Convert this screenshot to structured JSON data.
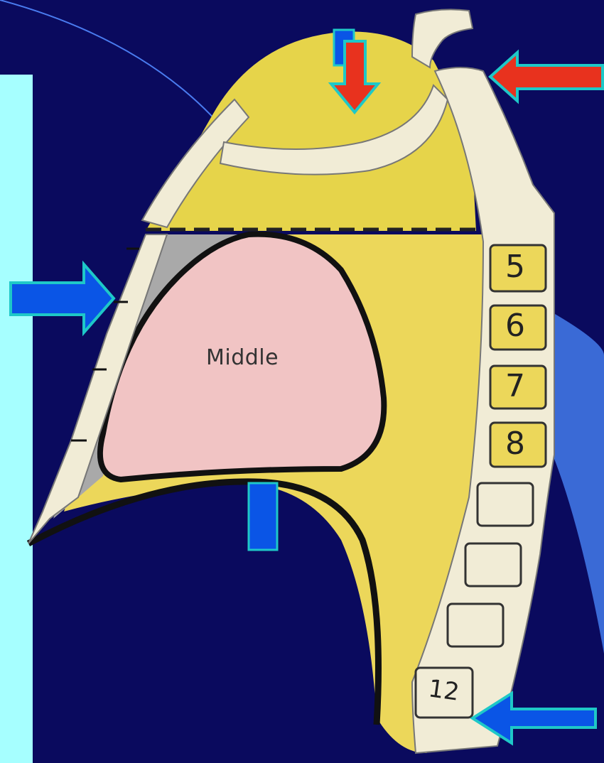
{
  "slide": {
    "background_color": "#0a0a5e",
    "left_panel_color": "#a6ffff",
    "accent_color": "#3a6ad6"
  },
  "diagram": {
    "region_label": "Middle",
    "vertebra_labels": [
      "5",
      "6",
      "7",
      "8"
    ],
    "lower_vertebra_label": "12",
    "colors": {
      "mediastinum": "#e8d45a",
      "superior": "#e6d44a",
      "middle": "#f1c4c4",
      "anterior": "#a9a9a9",
      "bone": "#f1ecd6",
      "outline": "#111111"
    }
  },
  "arrows": {
    "red_color": "#e8321e",
    "blue_color": "#0a55e6",
    "border_color": "#1ec8c8",
    "items": [
      {
        "name": "top-red-arrow",
        "direction": "down",
        "color": "red"
      },
      {
        "name": "upper-right-red-arrow",
        "direction": "left",
        "color": "red"
      },
      {
        "name": "left-blue-arrow",
        "direction": "right",
        "color": "blue"
      },
      {
        "name": "bottom-blue-arrow",
        "direction": "left",
        "color": "blue"
      },
      {
        "name": "center-blue-bar",
        "direction": "up",
        "color": "blue"
      }
    ]
  }
}
